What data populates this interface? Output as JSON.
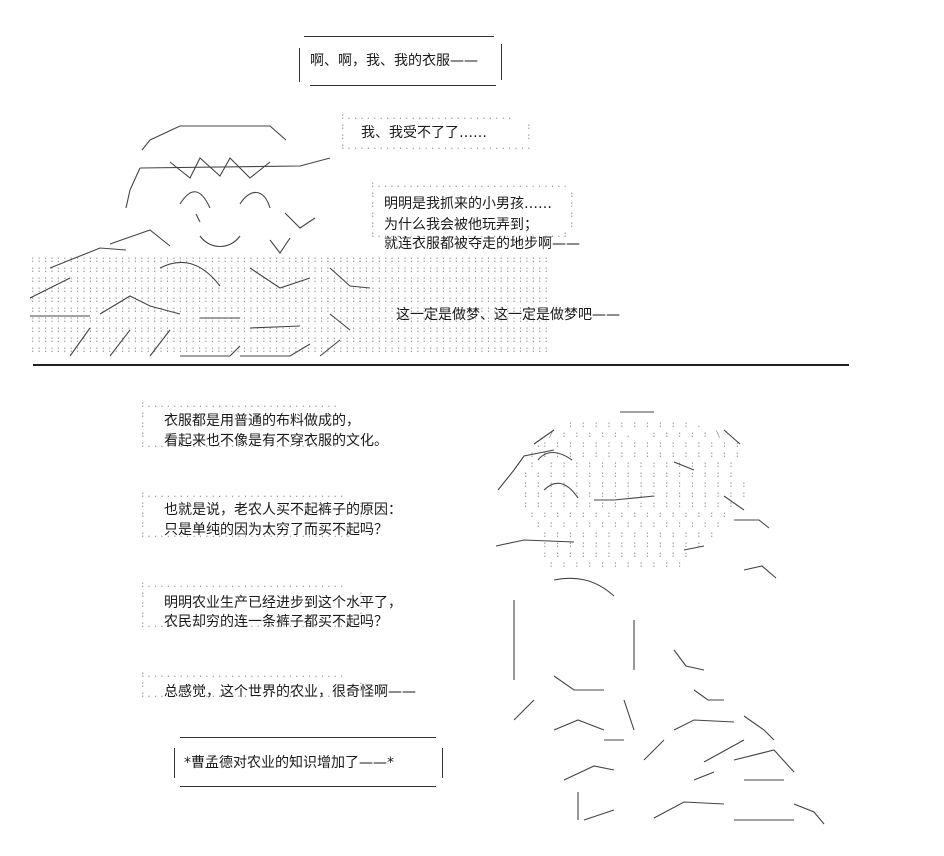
{
  "top_panel": {
    "speech_box": "啊、啊，我、我的衣服——",
    "lines": [
      "我、我受不了了……",
      "明明是我抓来的小男孩……",
      "为什么我会被他玩弄到；",
      "就连衣服都被夺走的地步啊——",
      "这一定是做梦、这一定是做梦吧——"
    ]
  },
  "bottom_panel": {
    "paragraphs": [
      [
        "衣服都是用普通的布料做成的，",
        "看起来也不像是有不穿衣服的文化。"
      ],
      [
        "也就是说，老农人买不起裤子的原因：",
        "只是单纯的因为太穷了而买不起吗？"
      ],
      [
        "明明农业生产已经进步到这个水平了，",
        "农民却穷的连一条裤子都买不起吗？"
      ],
      [
        "总感觉，这个世界的农业，很奇怪啊——"
      ]
    ],
    "status_box": "*曹孟德对农业的知识增加了——*"
  },
  "icons": {
    "girl_figure": "crying-girl-ascii-art",
    "boy_figure": "boy-ascii-art"
  }
}
